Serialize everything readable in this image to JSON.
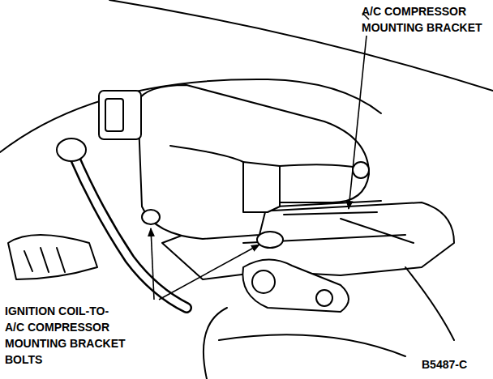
{
  "diagram": {
    "labels": [
      "A/C COMPRESSOR MOUNTING BRACKET",
      "IGNITION COIL-TO- A/C COMPRESSOR MOUNTING BRACKET BOLTS",
      "B5487-C"
    ]
  }
}
